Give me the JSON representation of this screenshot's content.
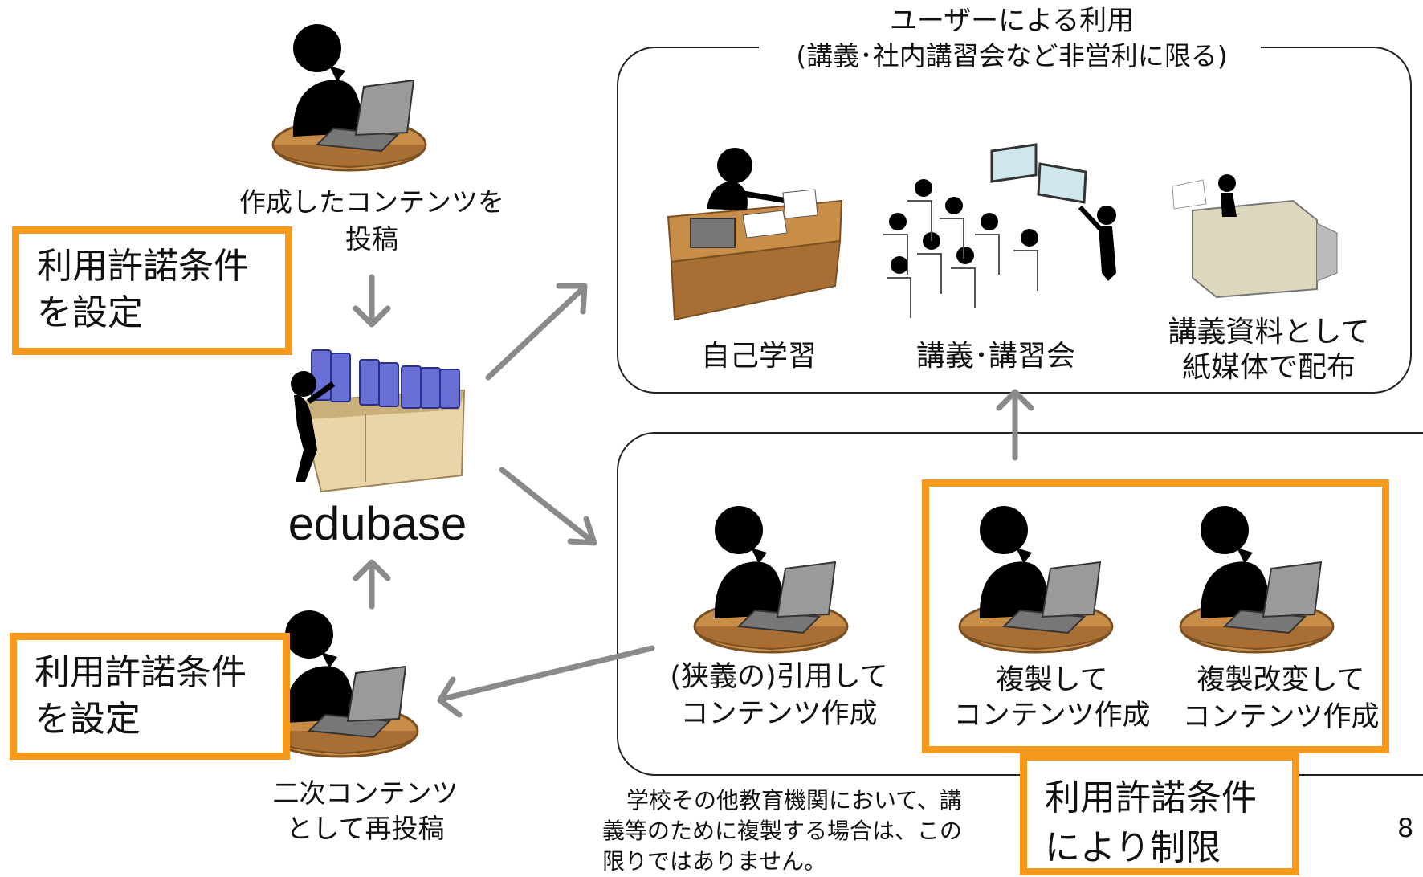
{
  "top_panel": {
    "title_line1": "ユーザーによる利用",
    "title_line2": "(講義･社内講習会など非営利に限る)"
  },
  "uses": {
    "self_study": "自己学習",
    "lecture": "講義･講習会",
    "print_line1": "講義資料として",
    "print_line2": "紙媒体で配布"
  },
  "author": {
    "caption_line1": "作成したコンテンツを",
    "caption_line2": "投稿"
  },
  "license_top": {
    "line1": "利用許諾条件",
    "line2": "を設定"
  },
  "center": {
    "label": "edubase"
  },
  "license_bottom": {
    "line1": "利用許諾条件",
    "line2": "を設定"
  },
  "reposter": {
    "caption_line1": "二次コンテンツ",
    "caption_line2": "として再投稿"
  },
  "derivatives": {
    "quote_line1": "(狭義の)引用して",
    "quote_line2": "コンテンツ作成",
    "copy_line1": "複製して",
    "copy_line2": "コンテンツ作成",
    "modify_line1": "複製改変して",
    "modify_line2": "コンテンツ作成"
  },
  "license_restrict": {
    "line1": "利用許諾条件",
    "line2": "により制限"
  },
  "footnote": {
    "line1": "学校その他教育機関において、講",
    "line2": "義等のために複製する場合は、この",
    "line3": "限りではありません。"
  },
  "page_number": "8",
  "colors": {
    "accent": "#f79a1c",
    "arrow": "#8a8a8a",
    "book": "#6a6fd6",
    "desk": "#c98d4a"
  }
}
